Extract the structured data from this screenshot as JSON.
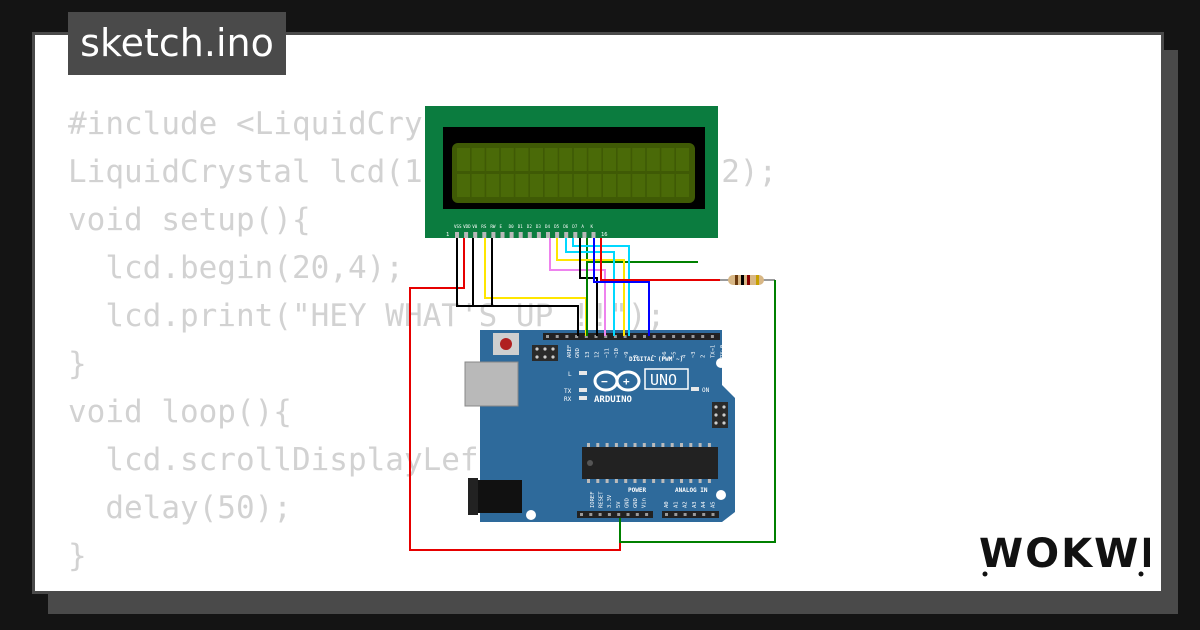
{
  "file": {
    "name": "sketch.ino"
  },
  "code": {
    "lines": [
      "#include <LiquidCrystal.h>",
      "LiquidCrystal lcd(12, 11, 5, 4, 3, 2);",
      "void setup(){",
      "  lcd.begin(20,4);",
      "  lcd.print(\"HEY WHAT'S UP !!\");",
      "}",
      "void loop(){",
      "  lcd.scrollDisplayLeft();",
      "  delay(50);",
      "}"
    ]
  },
  "lcd": {
    "pin_labels": [
      "VSS",
      "VDD",
      "V0",
      "RS",
      "RW",
      "E",
      "D0",
      "D1",
      "D2",
      "D3",
      "D4",
      "D5",
      "D6",
      "D7",
      "A",
      "K"
    ],
    "pin_first": "1",
    "pin_last": "16"
  },
  "arduino": {
    "model": "UNO",
    "brand": "ARDUINO",
    "digital_label": "DIGITAL (PWM ~)",
    "power_label": "POWER",
    "analog_label": "ANALOG IN",
    "on_label": "ON",
    "l_label": "L",
    "tx_label": "TX",
    "rx_label": "RX",
    "aref_label": "AREF",
    "gnd_label": "GND",
    "digital_pins": [
      "13",
      "12",
      "~11",
      "~10",
      "~9",
      "8",
      "7",
      "~6",
      "~5",
      "4",
      "~3",
      "2",
      "TX→1",
      "RX←0"
    ],
    "power_pins": [
      "IOREF",
      "RESET",
      "3.3V",
      "5V",
      "GND",
      "GND",
      "Vin"
    ],
    "analog_pins": [
      "A0",
      "A1",
      "A2",
      "A3",
      "A4",
      "A5"
    ]
  },
  "brand": {
    "logo_text": "WOKWI"
  },
  "colors": {
    "lcd_board": "#0b7c3f",
    "lcd_screen": "#3f5a05",
    "arduino_board": "#2e6a9b",
    "wire_red": "#e60000",
    "wire_black": "#000000",
    "wire_green": "#008000",
    "wire_yellow": "#ffe600",
    "wire_cyan": "#00d8ff",
    "wire_blue": "#0000ff",
    "wire_violet": "#ee82ee"
  }
}
